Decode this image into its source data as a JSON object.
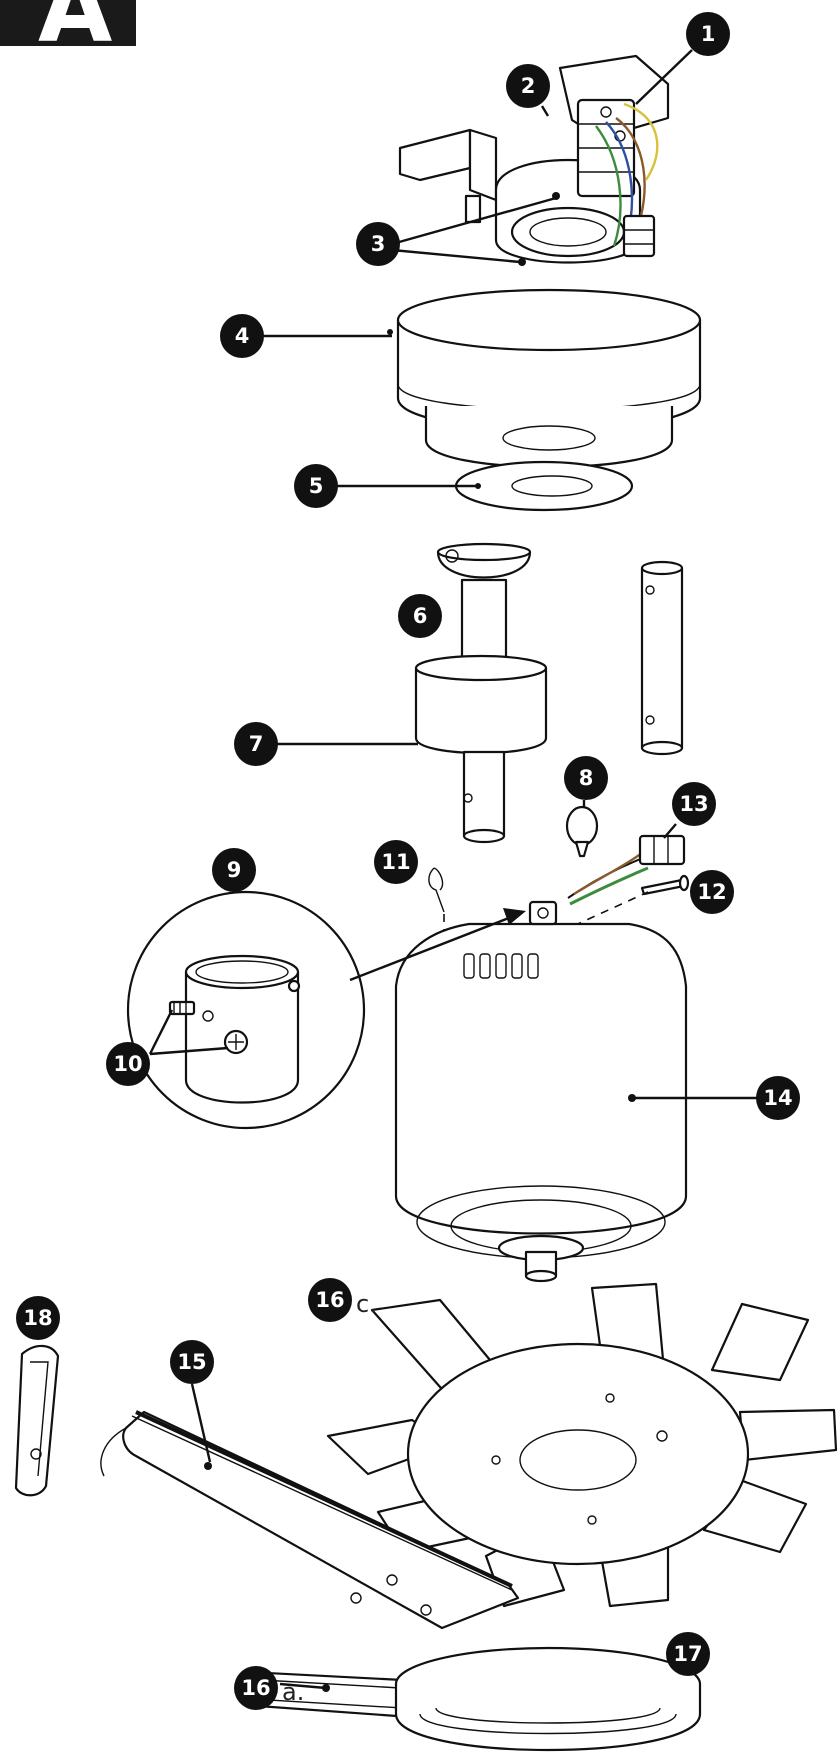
{
  "corner_letter": "A",
  "callouts": {
    "c1": "1",
    "c2": "2",
    "c3": "3",
    "c4": "4",
    "c5": "5",
    "c6": "6",
    "c7": "7",
    "c8": "8",
    "c9": "9",
    "c10": "10",
    "c11": "11",
    "c12": "12",
    "c13": "13",
    "c14": "14",
    "c15": "15",
    "c16c": "16",
    "c16a": "16",
    "c17": "17",
    "c18": "18"
  },
  "suffixes": {
    "c16c": "c.",
    "c16a": "a."
  },
  "wire_colors": {
    "brown": "#8B5A2B",
    "blue": "#2F4F9F",
    "green": "#3C8C3C",
    "yellow": "#D8C23A"
  }
}
